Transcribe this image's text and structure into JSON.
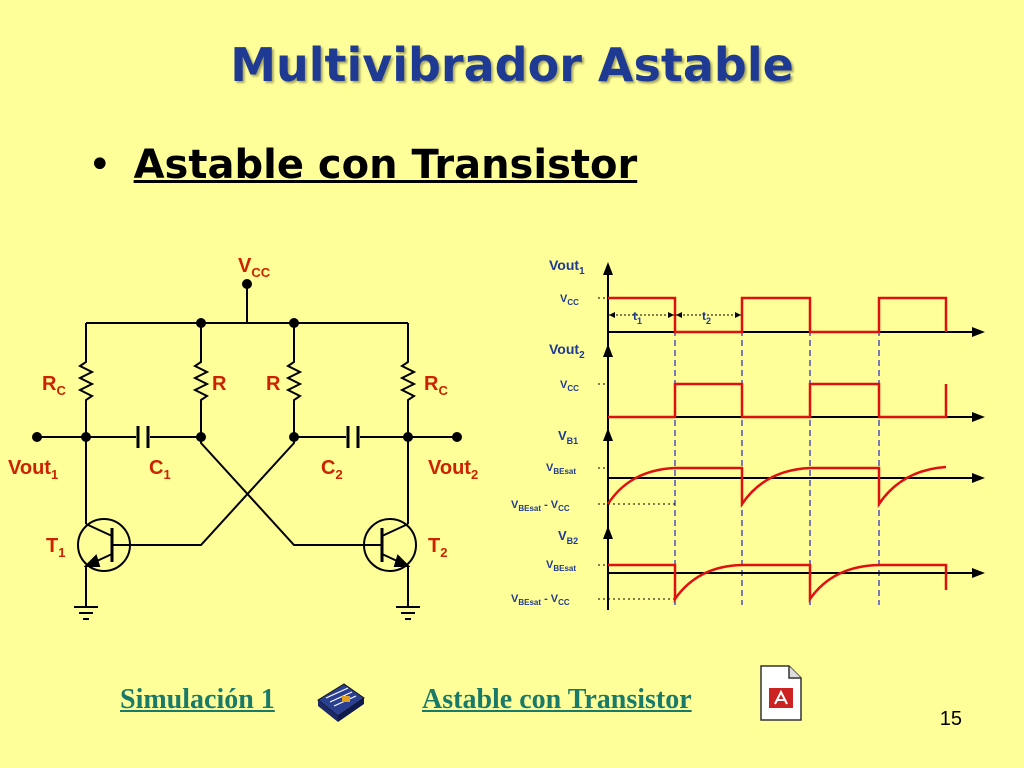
{
  "slide": {
    "title": "Multivibrador Astable",
    "bullet": "Astable con Transistor",
    "page_number": "15"
  },
  "circuit": {
    "vcc": {
      "main": "V",
      "sub": "CC"
    },
    "rc_left": {
      "main": "R",
      "sub": "C"
    },
    "r_left": "R",
    "r_right": "R",
    "rc_right": {
      "main": "R",
      "sub": "C"
    },
    "c1": {
      "main": "C",
      "sub": "1"
    },
    "c2": {
      "main": "C",
      "sub": "2"
    },
    "vout1": {
      "main": "Vout",
      "sub": "1"
    },
    "vout2": {
      "main": "Vout",
      "sub": "2"
    },
    "t1": {
      "main": "T",
      "sub": "1"
    },
    "t2": {
      "main": "T",
      "sub": "2"
    }
  },
  "waveforms": {
    "vout1": {
      "main": "Vout",
      "sub": "1"
    },
    "vcc1": {
      "main": "V",
      "sub": "CC"
    },
    "t1": {
      "main": "t",
      "sub": "1"
    },
    "t2": {
      "main": "t",
      "sub": "2"
    },
    "vout2": {
      "main": "Vout",
      "sub": "2"
    },
    "vcc2": {
      "main": "V",
      "sub": "CC"
    },
    "vb1": {
      "main": "V",
      "sub": "B1"
    },
    "vbesat1": {
      "main": "V",
      "sub": "BEsat"
    },
    "vbesat_vcc1": {
      "main": "V",
      "sub": "BEsat",
      "tail": " - V",
      "tail_sub": "CC"
    },
    "vb2": {
      "main": "V",
      "sub": "B2"
    },
    "vbesat2": {
      "main": "V",
      "sub": "BEsat"
    },
    "vbesat_vcc2": {
      "main": "V",
      "sub": "BEsat",
      "tail": " - V",
      "tail_sub": "CC"
    }
  },
  "links": {
    "sim": "Simulación 1",
    "doc": "Astable con Transistor"
  },
  "colors": {
    "background": "#FFFF99",
    "title": "#1F3A93",
    "circuit_labels": "#CC2200",
    "wave_labels": "#1F3A93",
    "waveform": "#DD1111",
    "link": "#1A7A6A"
  }
}
